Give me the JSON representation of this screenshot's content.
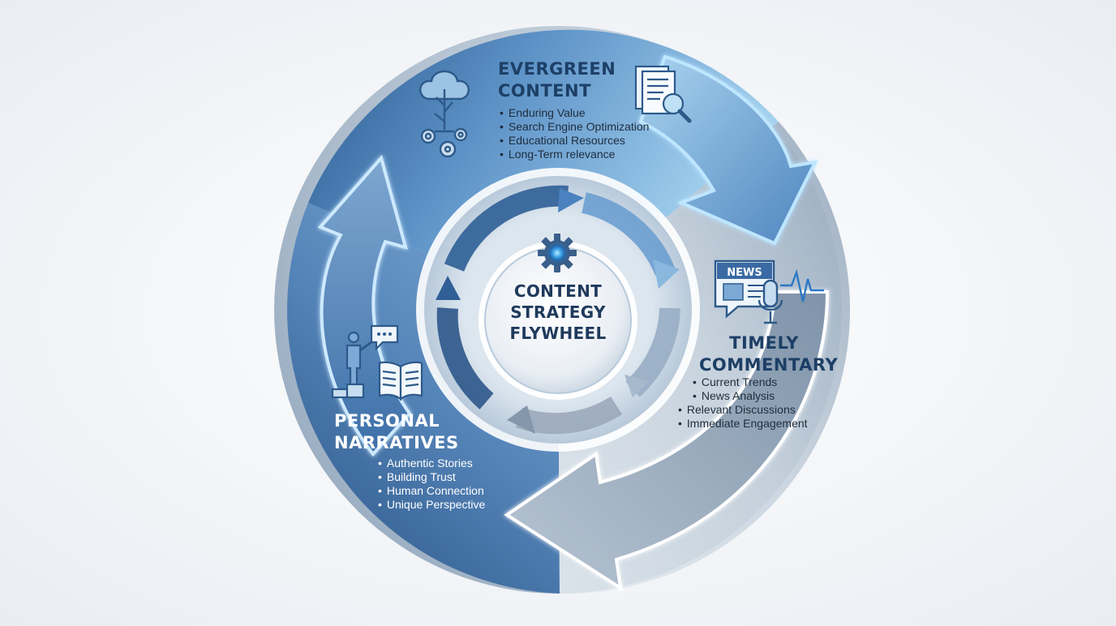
{
  "center": {
    "title_lines": [
      "CONTENT",
      "STRATEGY",
      "FLYWHEEL"
    ]
  },
  "sections": {
    "evergreen": {
      "title_lines": [
        "EVERGREEN",
        "CONTENT"
      ],
      "items": [
        "Enduring Value",
        "Search Engine Optimization",
        "Educational Resources",
        "Long-Term relevance"
      ]
    },
    "timely": {
      "title_lines": [
        "TIMELY",
        "COMMENTARY"
      ],
      "items": [
        "Current Trends",
        "News Analysis",
        "Relevant Discussions",
        "Immediate Engagement"
      ]
    },
    "personal": {
      "title_lines": [
        "PERSONAL",
        "NARRATIVES"
      ],
      "items": [
        "Authentic Stories",
        "Building Trust",
        "Human Connection",
        "Unique Perspective"
      ]
    }
  },
  "icons": {
    "news_badge": "NEWS",
    "evergreen": [
      "tree-gears-icon",
      "document-search-icon"
    ],
    "timely": [
      "news-screen-icon",
      "microphone-icon",
      "soundwave-icon"
    ],
    "personal": [
      "speaker-podium-icon",
      "speech-bubble-icon",
      "open-book-icon"
    ],
    "center": "gear-icon"
  },
  "colors": {
    "dark_blue": "#2c5d92",
    "mid_blue": "#5a8cc0",
    "light_blue": "#9fcbe9",
    "grey_blue": "#a9b8c9",
    "title_blue": "#1d3f66",
    "glow": "#8fd0ff"
  }
}
